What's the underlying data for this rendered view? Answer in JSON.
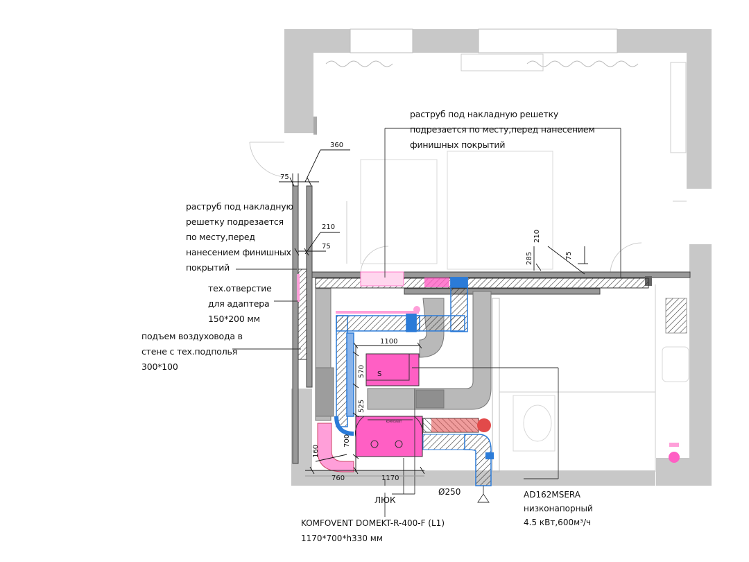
{
  "annotations": {
    "top_right": "раструб под накладную решетку\nподрезается по месту,перед нанесением\nфинишных покрытий",
    "left_top": "раструб под накладную\nрешетку подрезается\nпо месту,перед\nнанесением финишных\nпокрытий",
    "tech_hole": "тех.отверстие\nдля адаптера\n150*200 мм",
    "riser": "подъем воздуховода в\nстене с тех.подполья\n300*100",
    "hatch": "ЛЮК",
    "diameter": "Ø250",
    "unit_name": "KOMFOVENT DOMEKT-R-400-F (L1)",
    "unit_size": "1170*700*h330 мм",
    "ac_model": "AD162MSERA",
    "ac_type": "низконапорный",
    "ac_specs": "4.5 кВт,600м³/ч",
    "equipment_s": "S"
  },
  "dimensions": {
    "d360": "360",
    "d75_top": "75",
    "d210_left": "210",
    "d75_left": "75",
    "d210_right": "210",
    "d285": "285",
    "d75_right": "75",
    "d1100": "1100",
    "d570": "570",
    "d525": "525",
    "d700": "700",
    "d160": "160",
    "d760": "760",
    "d1170": "1170"
  },
  "colors": {
    "wall": "#c8c8c8",
    "duct_grey": "#b9b9b9",
    "supply_blue": "#2b7bd8",
    "unit_pink": "#ff5fc4",
    "exhaust_red": "#e24a4a"
  }
}
